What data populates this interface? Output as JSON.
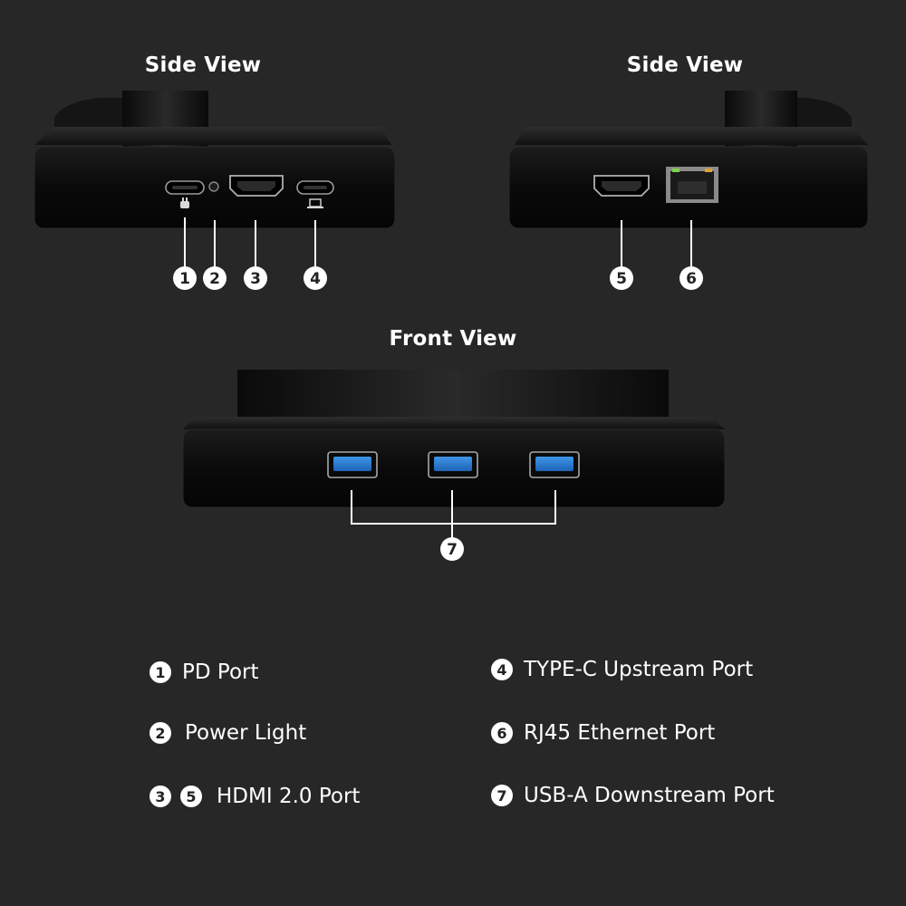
{
  "views": {
    "left_side": {
      "title": "Side View"
    },
    "right_side": {
      "title": "Side View"
    },
    "front": {
      "title": "Front View"
    }
  },
  "callouts": {
    "c1": "1",
    "c2": "2",
    "c3": "3",
    "c4": "4",
    "c5": "5",
    "c6": "6",
    "c7": "7"
  },
  "legend": [
    {
      "numbers": [
        "1"
      ],
      "label": "PD Port"
    },
    {
      "numbers": [
        "2"
      ],
      "label": "Power Light"
    },
    {
      "numbers": [
        "3",
        "5"
      ],
      "label": "HDMI 2.0 Port"
    },
    {
      "numbers": [
        "4"
      ],
      "label": "TYPE-C Upstream Port"
    },
    {
      "numbers": [
        "6"
      ],
      "label": "RJ45 Ethernet Port"
    },
    {
      "numbers": [
        "7"
      ],
      "label": "USB-A Downstream Port"
    }
  ],
  "colors": {
    "background": "#272727",
    "device_body": "#0c0c0c",
    "usb_blue": "#2a7fd6",
    "rj45_led": "#7fd24a",
    "callout_white": "#ffffff"
  }
}
